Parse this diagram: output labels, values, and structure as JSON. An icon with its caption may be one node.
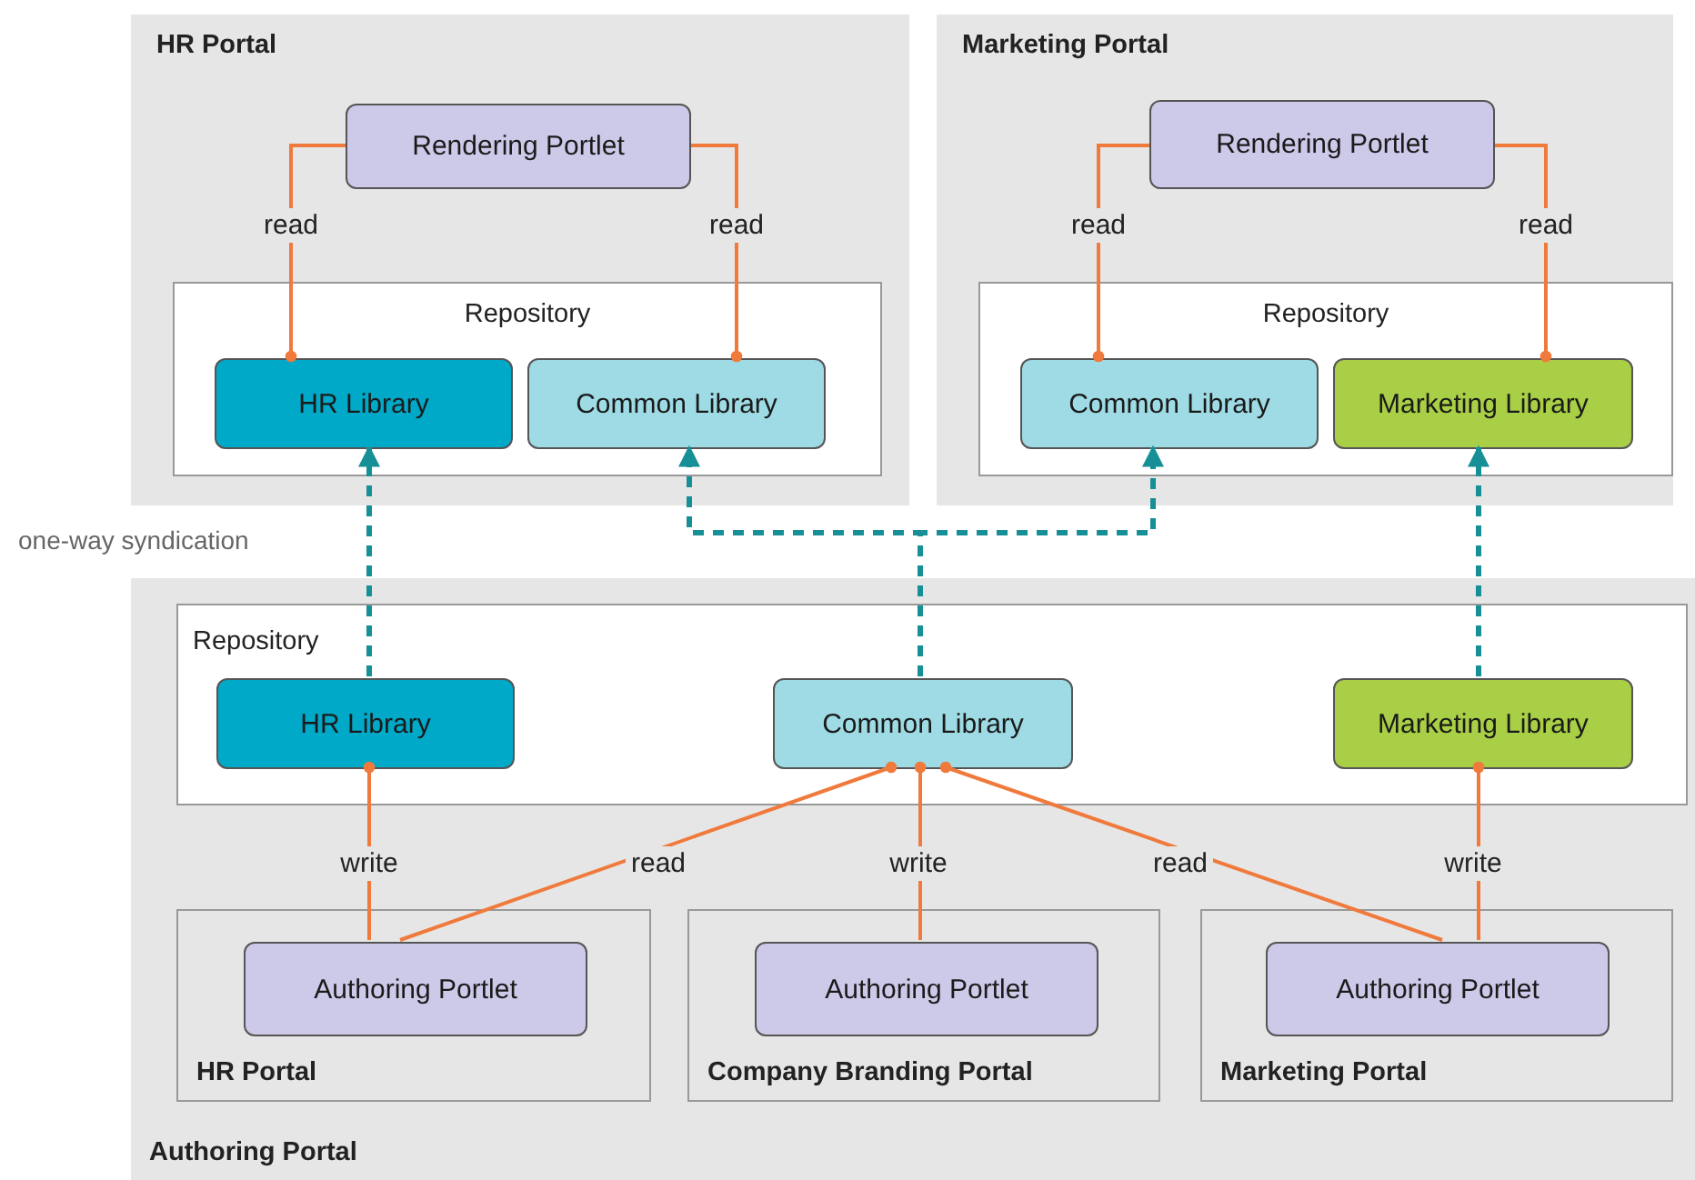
{
  "diagram": {
    "nodes": [
      {
        "text": [
          "HR Portal"
        ]
      },
      {
        "text": [
          "Rendering Portlet"
        ],
        "in": 0
      },
      {
        "text": [
          "Repository"
        ],
        "in": 0
      },
      {
        "text": [
          "HR Library"
        ],
        "in": 2
      },
      {
        "text": [
          "Common Library"
        ],
        "in": 2
      },
      {
        "text": [
          "Marketing Portal"
        ]
      },
      {
        "text": [
          "Rendering Portlet"
        ],
        "in": 5
      },
      {
        "text": [
          "Repository"
        ],
        "in": 5
      },
      {
        "text": [
          "Common Library"
        ],
        "in": 7
      },
      {
        "text": [
          "Marketing Library"
        ],
        "in": 7
      },
      {
        "text": [
          "Authoring Portal"
        ]
      },
      {
        "text": [
          "Repository"
        ],
        "in": 10
      },
      {
        "text": [
          "HR Library"
        ],
        "in": 11
      },
      {
        "text": [
          "Common Library"
        ],
        "in": 11
      },
      {
        "text": [
          "Marketing Library"
        ],
        "in": 11
      },
      {
        "text": [
          "HR Portal"
        ],
        "in": 10
      },
      {
        "text": [
          "Authoring Portlet"
        ],
        "in": 15
      },
      {
        "text": [
          "Company Branding Portal"
        ],
        "in": 10
      },
      {
        "text": [
          "Authoring Portlet"
        ],
        "in": 17
      },
      {
        "text": [
          "Marketing Portal"
        ],
        "in": 10
      },
      {
        "text": [
          "Authoring Portlet"
        ],
        "in": 19
      }
    ],
    "edges": [
      {
        "from": 1,
        "to": 3,
        "arrow": "other",
        "label": "read"
      },
      {
        "from": 1,
        "to": 4,
        "arrow": "other",
        "label": "read"
      },
      {
        "from": 6,
        "to": 8,
        "arrow": "other",
        "label": "read"
      },
      {
        "from": 6,
        "to": 9,
        "arrow": "other",
        "label": "read"
      },
      {
        "from": 12,
        "to": 3,
        "arrow": "to",
        "style": "dashed",
        "color": "#168f96"
      },
      {
        "from": 13,
        "to": 4,
        "arrow": "to",
        "style": "dashed",
        "color": "#168f96"
      },
      {
        "from": 13,
        "to": 8,
        "arrow": "to",
        "style": "dashed",
        "color": "#168f96"
      },
      {
        "from": 14,
        "to": 9,
        "arrow": "to",
        "style": "dashed",
        "color": "#168f96"
      },
      {
        "from": 16,
        "to": 12,
        "arrow": "other",
        "label": "write"
      },
      {
        "from": 16,
        "to": 13,
        "arrow": "other",
        "label": "read"
      },
      {
        "from": 18,
        "to": 13,
        "arrow": "other",
        "label": "write"
      },
      {
        "from": 20,
        "to": 13,
        "arrow": "other",
        "label": "read"
      },
      {
        "from": 20,
        "to": 14,
        "arrow": "other",
        "label": "write"
      }
    ],
    "labels": [
      "one-way syndication"
    ]
  }
}
